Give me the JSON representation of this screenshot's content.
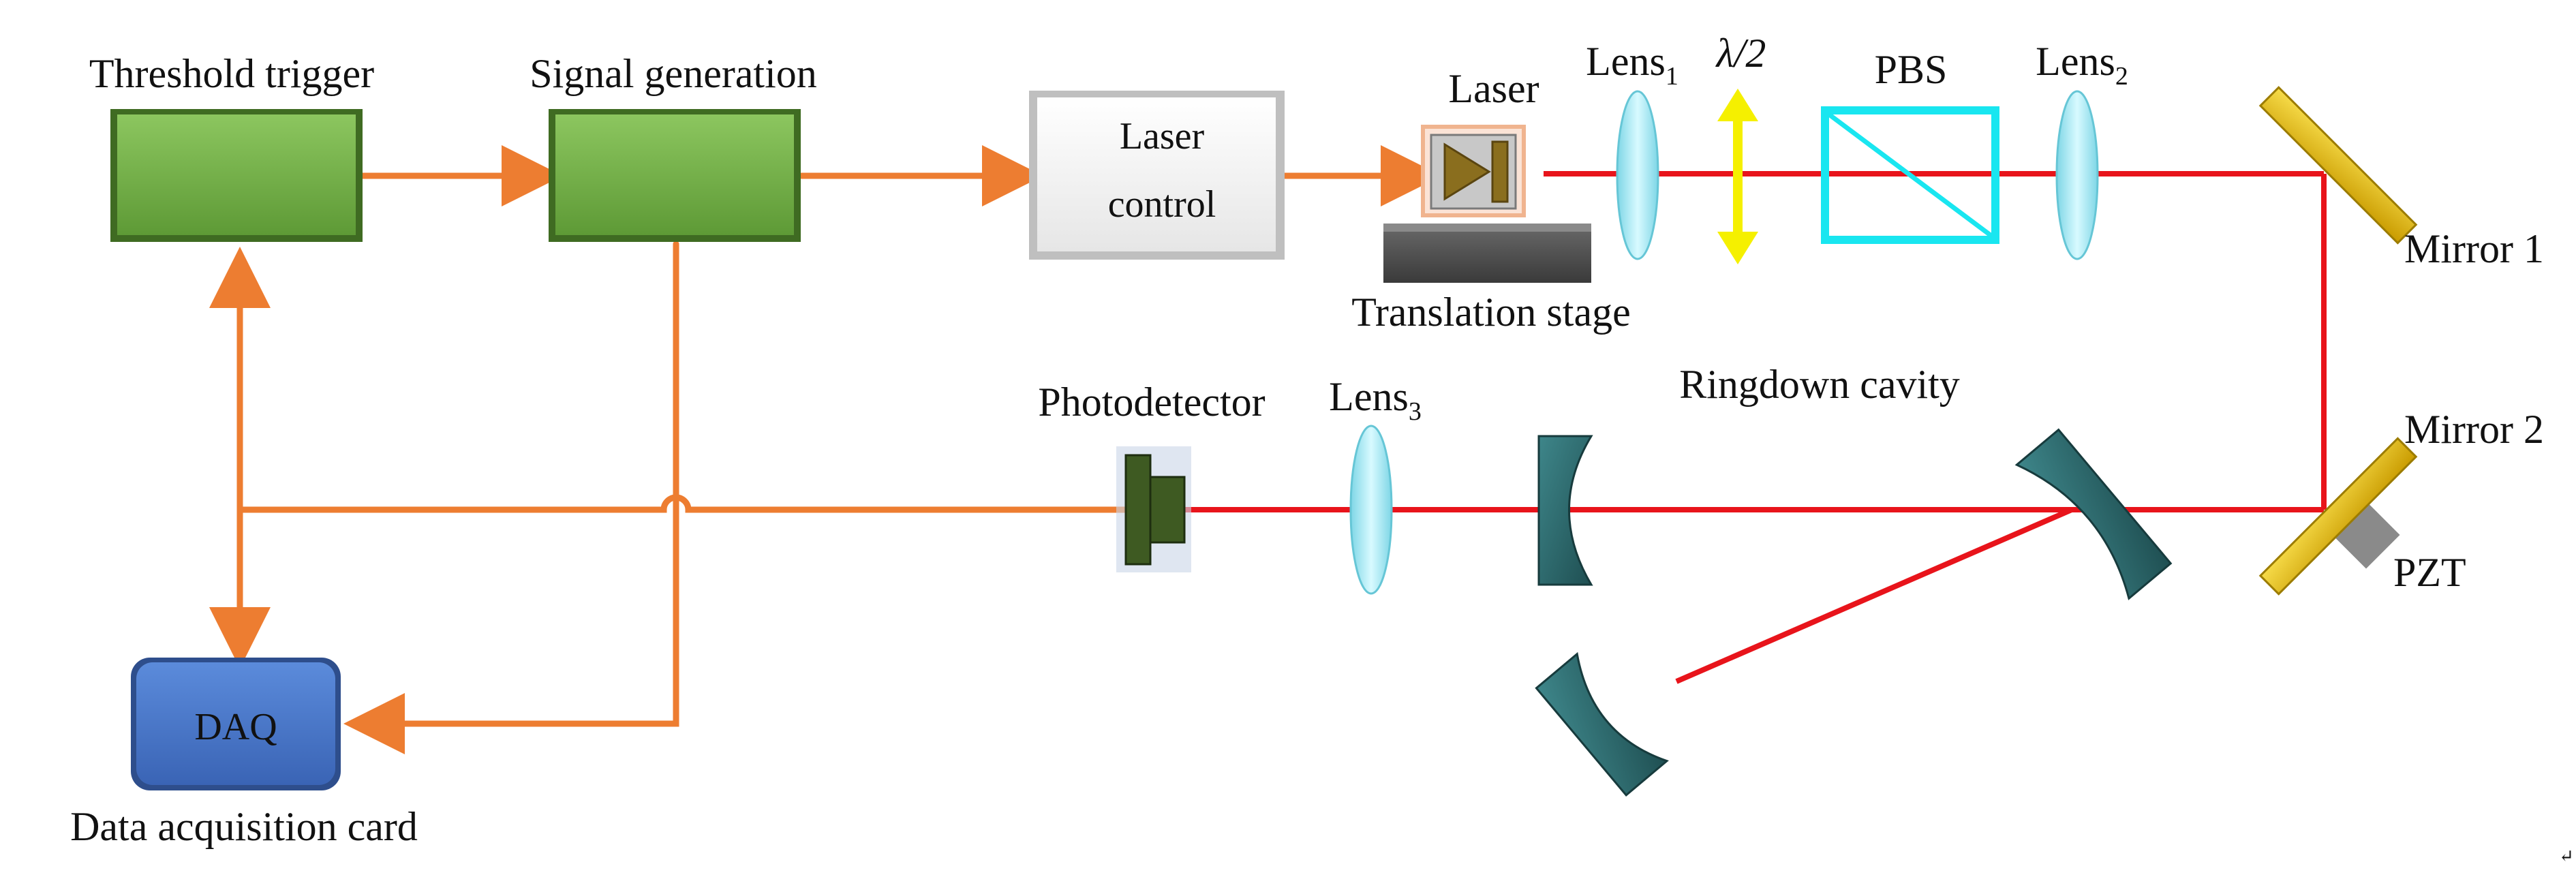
{
  "labels": {
    "threshold_trigger": "Threshold trigger",
    "signal_generation": "Signal generation",
    "laser_control_line1": "Laser",
    "laser_control_line2": "control",
    "laser": "Laser",
    "translation_stage": "Translation stage",
    "lens1_base": "Lens",
    "lens1_sub": "1",
    "half_wave": "λ/2",
    "pbs": "PBS",
    "lens2_base": "Lens",
    "lens2_sub": "2",
    "mirror1": "Mirror 1",
    "mirror2": "Mirror 2",
    "pzt": "PZT",
    "photodetector": "Photodetector",
    "lens3_base": "Lens",
    "lens3_sub": "3",
    "ringdown_cavity": "Ringdown cavity",
    "daq": "DAQ",
    "data_acquisition_card": "Data acquisition card",
    "corner_mark": "↵"
  },
  "colors": {
    "electrical": "#ED7D31",
    "beam": "#E8141B",
    "green_box": "#70AD47",
    "daq_box": "#4472C4",
    "lens": "#9BE7F2",
    "pbs": "#19E6F0",
    "half_wave": "#F5F000",
    "mirror": "#E8C20C",
    "cavity_mirror": "#2F6F73",
    "photodetector": "#3E5A22",
    "stage": "#555555",
    "pzt": "#8A8A8A"
  }
}
